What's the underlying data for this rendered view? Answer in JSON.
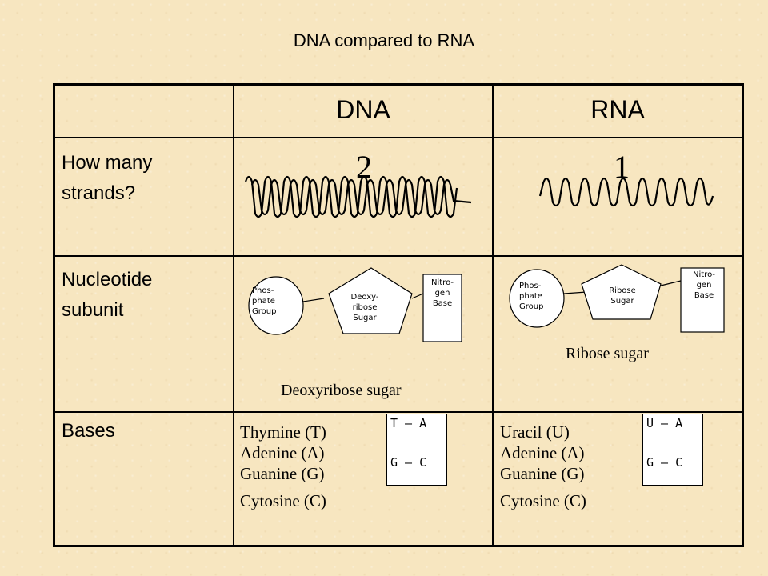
{
  "title": "DNA compared to RNA",
  "table": {
    "col_dna": "DNA",
    "col_rna": "RNA",
    "rows": {
      "strands": {
        "label_line1": "How many",
        "label_line2": "strands?",
        "dna_count": "2",
        "rna_count": "1"
      },
      "nucleotide": {
        "label_line1": "Nucleotide",
        "label_line2": "subunit",
        "dna": {
          "phosphate": "Phos-\nphate\nGroup",
          "sugar": "Deoxy-\nribose\nSugar",
          "base": "Nitro-\ngen\nBase",
          "caption": "Deoxyribose sugar"
        },
        "rna": {
          "phosphate": "Phos-\nphate\nGroup",
          "sugar": "Ribose\nSugar",
          "base": "Nitro-\ngen\nBase",
          "caption": "Ribose sugar"
        }
      },
      "bases": {
        "label": "Bases",
        "dna_bases": [
          "Thymine (T)",
          "Adenine (A)",
          "Guanine (G)",
          "Cytosine (C)"
        ],
        "dna_pairs": [
          "T – A",
          "G – C"
        ],
        "rna_bases": [
          "Uracil (U)",
          "Adenine (A)",
          "Guanine (G)",
          "Cytosine (C)"
        ],
        "rna_pairs": [
          "U – A",
          "G – C"
        ]
      }
    }
  }
}
